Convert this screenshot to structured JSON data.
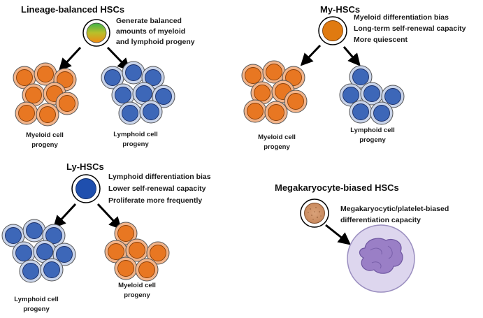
{
  "colors": {
    "myeloid_fill": "#e87722",
    "myeloid_ring": "#f2b48a",
    "lymphoid_fill": "#3d67b8",
    "lymphoid_ring": "#c9d4ea",
    "ly_hsc_fill": "#1f4fae",
    "my_hsc_fill": "#e07a10",
    "mk_body": "#9a7fc6",
    "mk_halo": "#ddd6ee",
    "text": "#111111"
  },
  "panels": {
    "lineage_balanced": {
      "title": "Lineage-balanced HSCs",
      "lines": [
        "Generate balanced",
        "amounts of myeloid",
        "and lymphoid progeny"
      ],
      "left_caption": [
        "Myeloid cell",
        "progeny"
      ],
      "right_caption": [
        "Lymphoid cell",
        "progeny"
      ]
    },
    "my_hscs": {
      "title": "My-HSCs",
      "lines": [
        "Myeloid differentiation bias",
        "Long-term self-renewal capacity",
        "More quiescent"
      ],
      "left_caption": [
        "Myeloid cell",
        "progeny"
      ],
      "right_caption": [
        "Lymphoid cell",
        "progeny"
      ]
    },
    "ly_hscs": {
      "title": "Ly-HSCs",
      "lines": [
        "Lymphoid differentiation bias",
        "Lower self-renewal capacity",
        "Proliferate more frequently"
      ],
      "left_caption": [
        "Lymphoid cell",
        "progeny"
      ],
      "right_caption": [
        "Myeloid cell",
        "progeny"
      ]
    },
    "mk_hscs": {
      "title": "Megakaryocyte-biased HSCs",
      "lines": [
        "Megakaryocytic/platelet-biased",
        "differentiation capacity"
      ]
    }
  }
}
